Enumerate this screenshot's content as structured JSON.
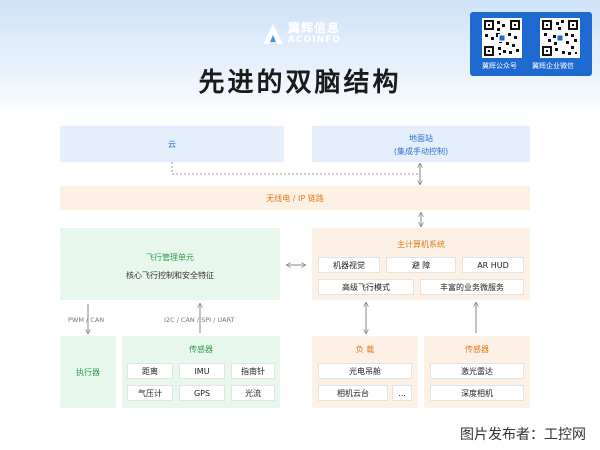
{
  "logo": {
    "name_cn": "翼辉信息",
    "name_en": "ACOINFO"
  },
  "title": "先进的双脑结构",
  "qr": [
    {
      "label": "翼辉公众号"
    },
    {
      "label": "翼辉企业微信"
    }
  ],
  "cloud": {
    "label": "云"
  },
  "ground": {
    "line1": "地面站",
    "line2": "(集成手动控制)"
  },
  "radio_link": {
    "label": "无线电 / IP 链路"
  },
  "fmu": {
    "title": "飞行管理单元",
    "subtitle": "核心飞行控制和安全特征"
  },
  "main_computer": {
    "title": "主计算机系统",
    "chips": [
      "机器视觉",
      "避 障",
      "AR HUD",
      "高级飞行模式",
      "丰富的业务微服务"
    ]
  },
  "actuator": {
    "label": "执行器"
  },
  "sensors_left": {
    "title": "传感器",
    "chips": [
      "距离",
      "IMU",
      "指南针",
      "气压计",
      "GPS",
      "光流"
    ]
  },
  "payload": {
    "title": "负 载",
    "chips": [
      "光电吊舱",
      "相机云台",
      "..."
    ]
  },
  "sensors_right": {
    "title": "传感器",
    "chips": [
      "激光雷达",
      "深度相机"
    ]
  },
  "links": {
    "pwm_can": "PWM / CAN",
    "bus": "I2C / CAN / SPI / UART"
  },
  "watermark": "图片发布者：工控网"
}
